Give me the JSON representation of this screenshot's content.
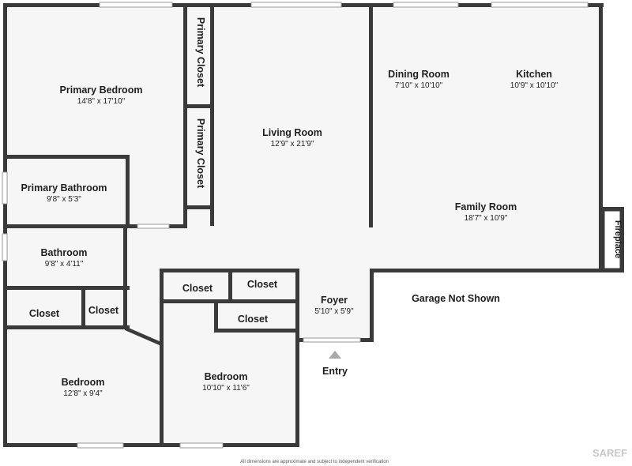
{
  "rooms": {
    "primary_bedroom": {
      "name": "Primary Bedroom",
      "dims": "14'8\" x 17'10\""
    },
    "primary_closet_1": {
      "name": "Primary Closet"
    },
    "primary_closet_2": {
      "name": "Primary Closet"
    },
    "living_room": {
      "name": "Living Room",
      "dims": "12'9\" x 21'9\""
    },
    "dining_room": {
      "name": "Dining Room",
      "dims": "7'10\" x 10'10\""
    },
    "kitchen": {
      "name": "Kitchen",
      "dims": "10'9\" x 10'10\""
    },
    "family_room": {
      "name": "Family Room",
      "dims": "18'7\" x 10'9\""
    },
    "fireplace": {
      "name": "Fireplace"
    },
    "primary_bathroom": {
      "name": "Primary Bathroom",
      "dims": "9'8\" x 5'3\""
    },
    "bathroom": {
      "name": "Bathroom",
      "dims": "9'8\" x 4'11\""
    },
    "closet_left": {
      "name": "Closet"
    },
    "closet_small": {
      "name": "Closet"
    },
    "closet_mid_left": {
      "name": "Closet"
    },
    "closet_mid_right": {
      "name": "Closet"
    },
    "closet_bedroom2": {
      "name": "Closet"
    },
    "foyer": {
      "name": "Foyer",
      "dims": "5'10\" x 5'9\""
    },
    "bedroom_1": {
      "name": "Bedroom",
      "dims": "12'8\" x 9'4\""
    },
    "bedroom_2": {
      "name": "Bedroom",
      "dims": "10'10\" x 11'6\""
    }
  },
  "labels": {
    "garage": "Garage Not Shown",
    "entry": "Entry"
  },
  "footer": {
    "disclaimer": "All dimensions are approximate and subject to independent verification",
    "watermark": "SAREF"
  },
  "colors": {
    "wall": "#3a3a3a",
    "floor": "#f6f6f6",
    "background": "#ffffff"
  }
}
